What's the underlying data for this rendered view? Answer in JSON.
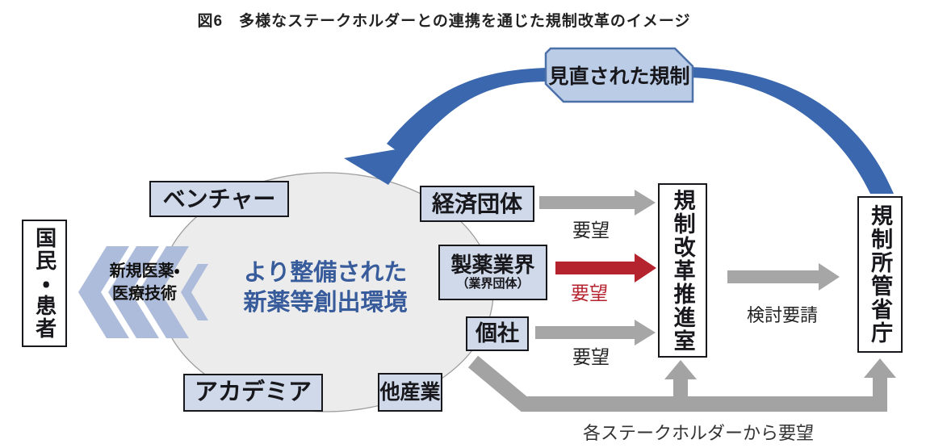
{
  "figure": {
    "title": "図6　多様なステークホルダーとの連携を通じた規制改革のイメージ"
  },
  "callout": {
    "label": "見直された規制"
  },
  "ecosystem": {
    "line1": "より整備された",
    "line2": "新薬等創出環境"
  },
  "output_arrow": {
    "line1": "新規医薬・",
    "line2": "医療技術"
  },
  "public": {
    "label": "国民・患者"
  },
  "stakeholders": {
    "venture": "ベンチャー",
    "academia": "アカデミア",
    "other_industry": "他産業",
    "economic_org": "経済団体",
    "pharma_industry": "製薬業界",
    "pharma_industry_sub": "（業界団体）",
    "individual_company": "個社"
  },
  "government": {
    "reform_office": "規制改革推進室",
    "ministry": "規制所管省庁"
  },
  "arrow_labels": {
    "econ_request": "要望",
    "pharma_request": "要望",
    "individual_request": "要望",
    "review_request": "検討要請",
    "stakeholder_request": "各ステークホルダーから要望"
  },
  "colors": {
    "blue_arrow": "#3a67ae",
    "red_arrow": "#b5232e",
    "gray_arrow": "#a6a6a6",
    "bottom_path_gray": "#a3a3a3",
    "stakeholder_box_fill": "#cfd9e9",
    "callout_fill": "#bacce6",
    "callout_border": "#4c71a9",
    "chevron_fill": "#aebcdb",
    "ecosystem_text": "#375b9b",
    "ellipse_fill": "#ececec"
  }
}
